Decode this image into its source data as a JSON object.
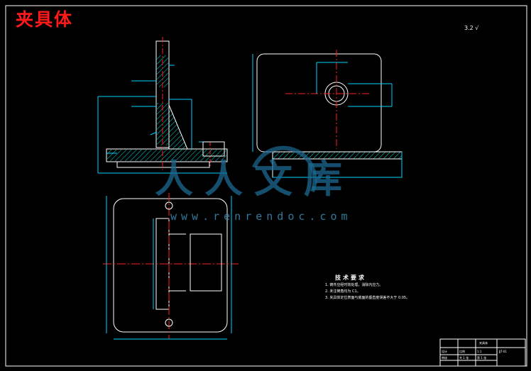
{
  "title": "夹具体",
  "watermark": {
    "text": "人人文库",
    "url": "www.renrendoc.com"
  },
  "drawing": {
    "roughness_note": "3.2 √",
    "technical_requirements": {
      "title": "技术要求",
      "items": [
        "1. 铸件应经时效处理，消除内应力。",
        "2. 未注倒角均为 C1。",
        "3. 夹具体定位表面与底面的垂直度误差不大于 0.05。"
      ]
    },
    "title_block": {
      "drawing_name": "夹具体",
      "drawing_no": "JJT-01",
      "scale_label": "比例",
      "scale": "1:1",
      "sheet_label": "共 1 张",
      "sheet_no": "第 1 张",
      "designer_label": "设计",
      "checker_label": "审核"
    }
  },
  "colors": {
    "background": "#000000",
    "outline": "#ffffff",
    "dimension": "#00d0ff",
    "centerline": "#ff2020",
    "hatch": "#00e0e0",
    "title": "#ff1a1a",
    "watermark": "#1e6a93"
  }
}
